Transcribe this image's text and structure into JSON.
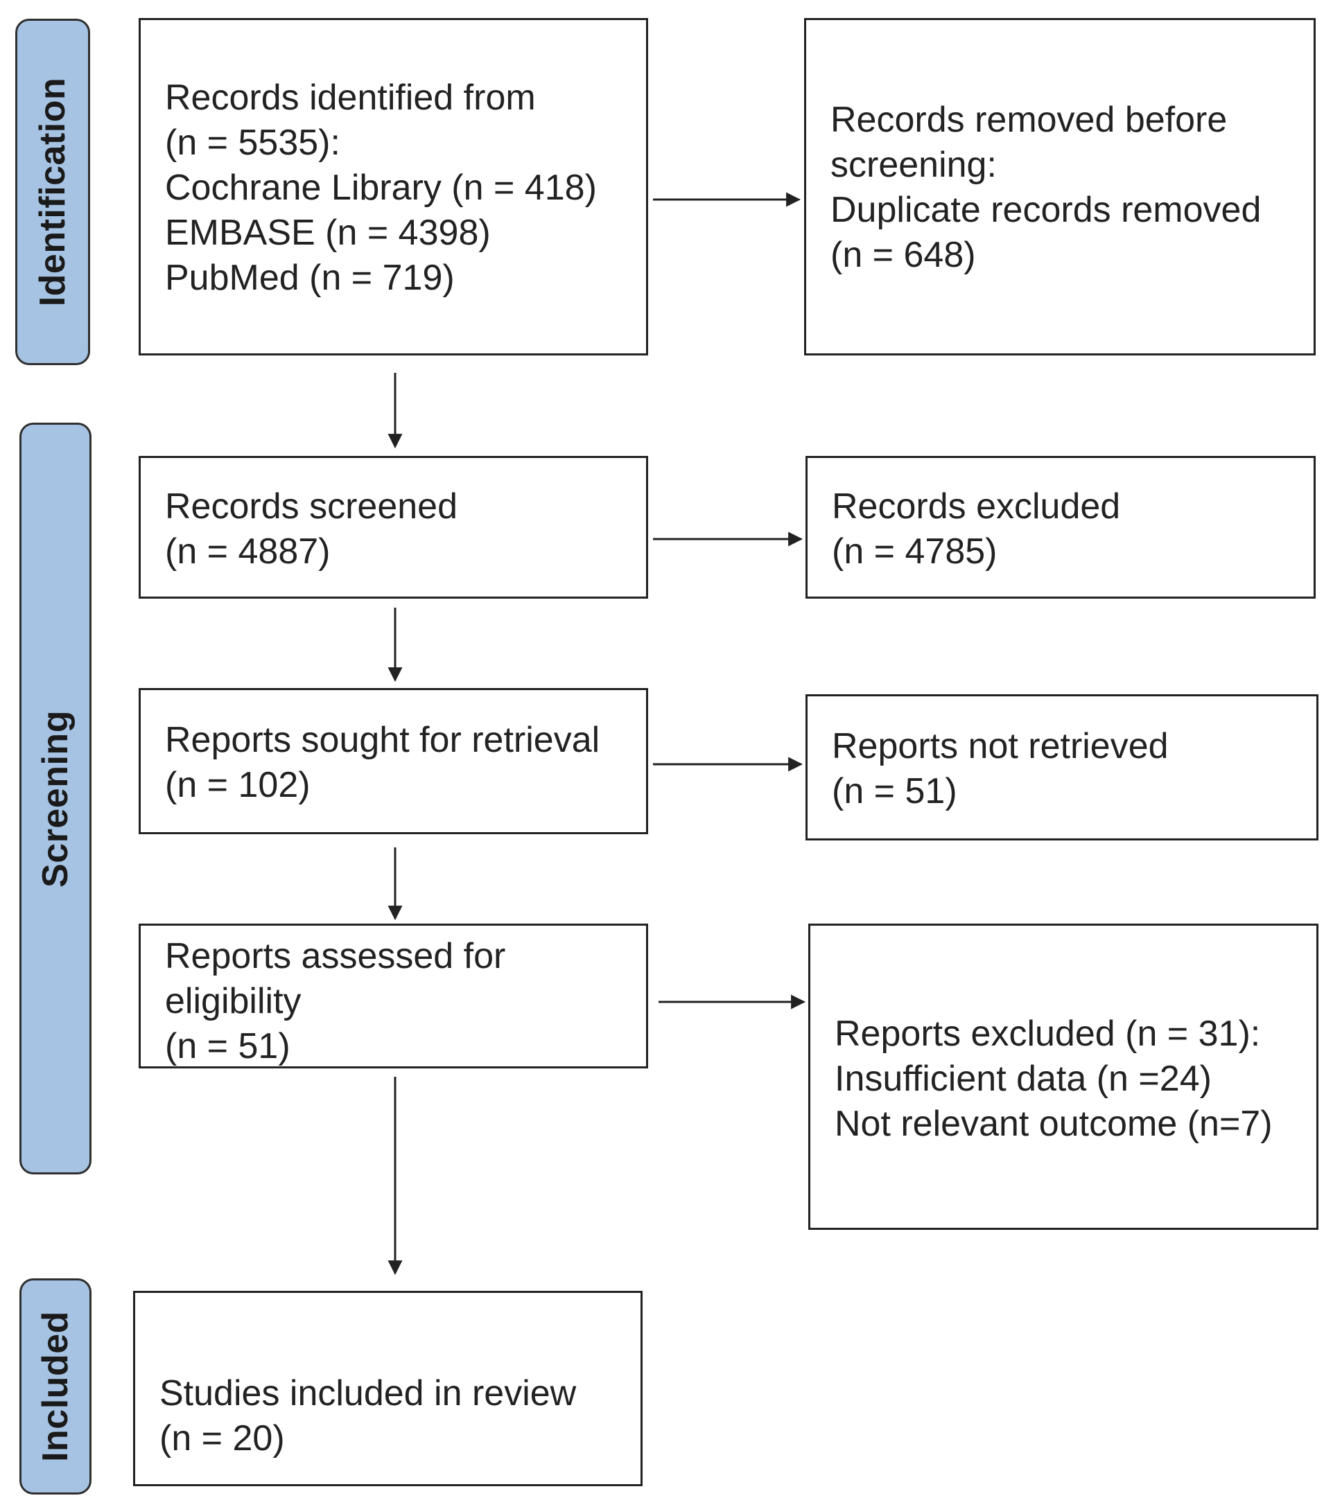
{
  "phases": {
    "identification": "Identification",
    "screening": "Screening",
    "included": "Included"
  },
  "boxes": {
    "identified": [
      "Records identified from",
      "(n = 5535):",
      "Cochrane Library (n = 418)",
      "EMBASE  (n = 4398)",
      "PubMed  (n = 719)"
    ],
    "removed_before_screening": [
      "Records removed before",
      "screening:",
      "Duplicate records removed",
      "(n = 648)"
    ],
    "screened": [
      "Records screened",
      "(n = 4887)"
    ],
    "excluded": [
      "Records excluded",
      "(n = 4785)"
    ],
    "sought": [
      "Reports sought for retrieval",
      "(n = 102)"
    ],
    "not_retrieved": [
      "Reports not retrieved",
      "(n = 51)"
    ],
    "assessed": [
      "Reports assessed for",
      "eligibility",
      "(n = 51)"
    ],
    "reports_excluded": [
      "Reports excluded  (n = 31):",
      "Insufficient data (n =24)",
      "Not relevant outcome (n=7)"
    ],
    "included": [
      "Studies included in review",
      "(n = 20)"
    ]
  },
  "colors": {
    "phase_fill": "#a6c3e3",
    "line": "#222222"
  }
}
